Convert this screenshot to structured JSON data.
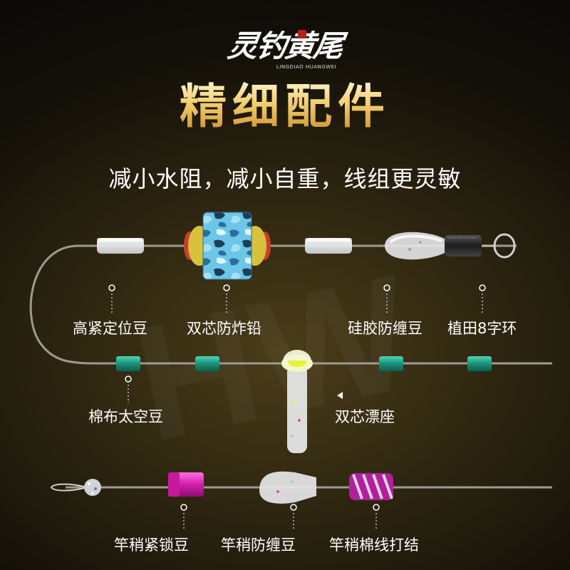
{
  "brand": {
    "name_cn": "灵钓黄尾",
    "name_en": "LINGDIAO HUANGWEI"
  },
  "title": "精细配件",
  "subtitle": "减小水阻，减小自重，线组更灵敏",
  "labels": {
    "gaojin_dingwei_dou": "高紧定位豆",
    "shuangxin_fangzha_qian": "双芯防炸铅",
    "guijiao_fangchan_dou": "硅胶防缠豆",
    "zhitian_8zi_huan": "植田8字环",
    "mianbu_taikong_dou": "棉布太空豆",
    "shuangxin_piaozuo": "双芯漂座",
    "ganshao_jinsuo_dou": "竿稍紧锁豆",
    "ganshao_fangchan_dou": "竿稍防缠豆",
    "ganshao_mianxian_dajie": "竿稍棉线打结"
  },
  "colors": {
    "gold": "#f2cd6e",
    "teal_bead": "#1f9e85",
    "magenta_lock": "#d21fa8",
    "camo_blue": "#3aa9d8",
    "yellow_float": "#e8f23a"
  }
}
